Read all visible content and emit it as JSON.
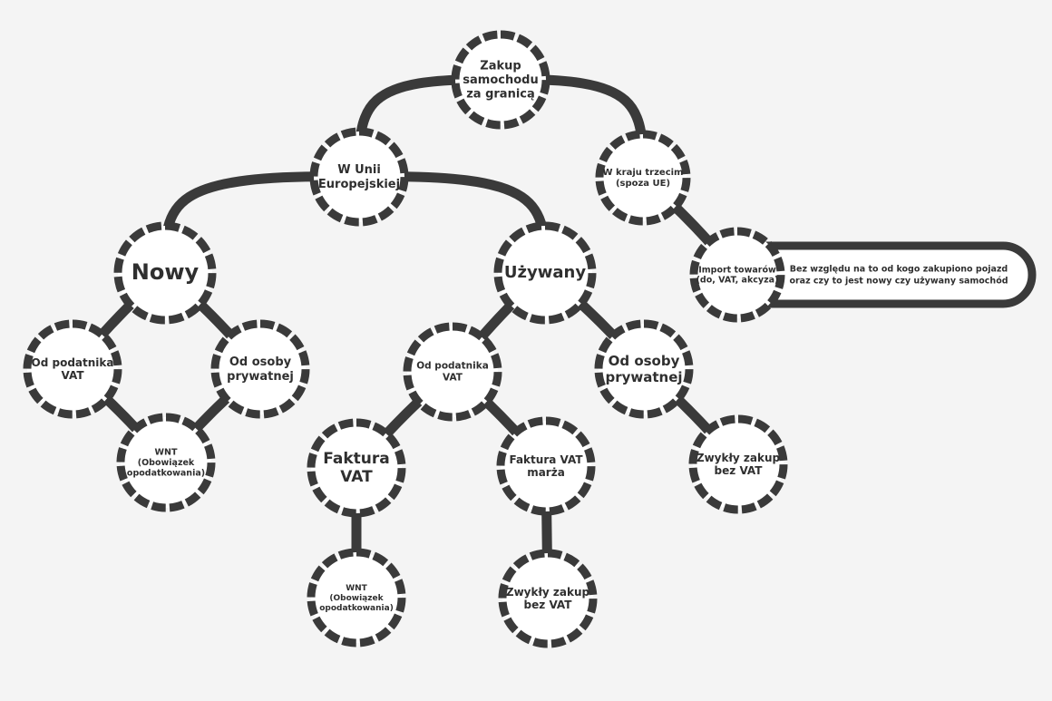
{
  "nodes": [
    {
      "id": "zakup",
      "label": [
        "Zakup",
        "samochodu",
        "za granicą"
      ]
    },
    {
      "id": "ue",
      "label": [
        "W Unii",
        "Europejskiej"
      ]
    },
    {
      "id": "trzeci",
      "label": [
        "W kraju trzecim",
        "(spoza UE)"
      ]
    },
    {
      "id": "import",
      "label": [
        "Import towarów",
        "(do, VAT, akcyza)"
      ]
    },
    {
      "id": "nowy",
      "label": [
        "Nowy"
      ]
    },
    {
      "id": "uzywany",
      "label": [
        "Używany"
      ]
    },
    {
      "id": "nowy_vat",
      "label": [
        "Od podatnika",
        "VAT"
      ]
    },
    {
      "id": "nowy_pryw",
      "label": [
        "Od osoby",
        "prywatnej"
      ]
    },
    {
      "id": "nowy_wnt",
      "label": [
        "WNT",
        "(Obowiązek",
        "opodatkowania)"
      ]
    },
    {
      "id": "uz_vat",
      "label": [
        "Od podatnika",
        "VAT"
      ]
    },
    {
      "id": "uz_pryw",
      "label": [
        "Od osoby",
        "prywatnej"
      ]
    },
    {
      "id": "faktura",
      "label": [
        "Faktura",
        "VAT"
      ]
    },
    {
      "id": "marza",
      "label": [
        "Faktura VAT",
        "marża"
      ]
    },
    {
      "id": "zwykly_pryw",
      "label": [
        "Zwykły zakup",
        "bez VAT"
      ]
    },
    {
      "id": "wnt2",
      "label": [
        "WNT",
        "(Obowiązek",
        "opodatkowania)"
      ]
    },
    {
      "id": "zwykly_marza",
      "label": [
        "Zwykły zakup",
        "bez VAT"
      ]
    }
  ],
  "edges": [
    [
      "zakup",
      "ue"
    ],
    [
      "zakup",
      "trzeci"
    ],
    [
      "ue",
      "nowy"
    ],
    [
      "ue",
      "uzywany"
    ],
    [
      "trzeci",
      "import"
    ],
    [
      "nowy",
      "nowy_vat"
    ],
    [
      "nowy",
      "nowy_pryw"
    ],
    [
      "nowy_vat",
      "nowy_wnt"
    ],
    [
      "nowy_pryw",
      "nowy_wnt"
    ],
    [
      "uzywany",
      "uz_vat"
    ],
    [
      "uzywany",
      "uz_pryw"
    ],
    [
      "uz_vat",
      "faktura"
    ],
    [
      "uz_vat",
      "marza"
    ],
    [
      "uz_pryw",
      "zwykly_pryw"
    ],
    [
      "faktura",
      "wnt2"
    ],
    [
      "marza",
      "zwykly_marza"
    ]
  ],
  "note": {
    "attached_to": "import",
    "label": [
      "Bez względu na to od kogo zakupiono pojazd",
      "oraz czy to jest nowy czy używany samochód"
    ]
  },
  "colors": {
    "stroke": "#3a3a3a",
    "fill": "#ffffff",
    "text": "#2f2f2f",
    "background": "#f4f4f4"
  }
}
